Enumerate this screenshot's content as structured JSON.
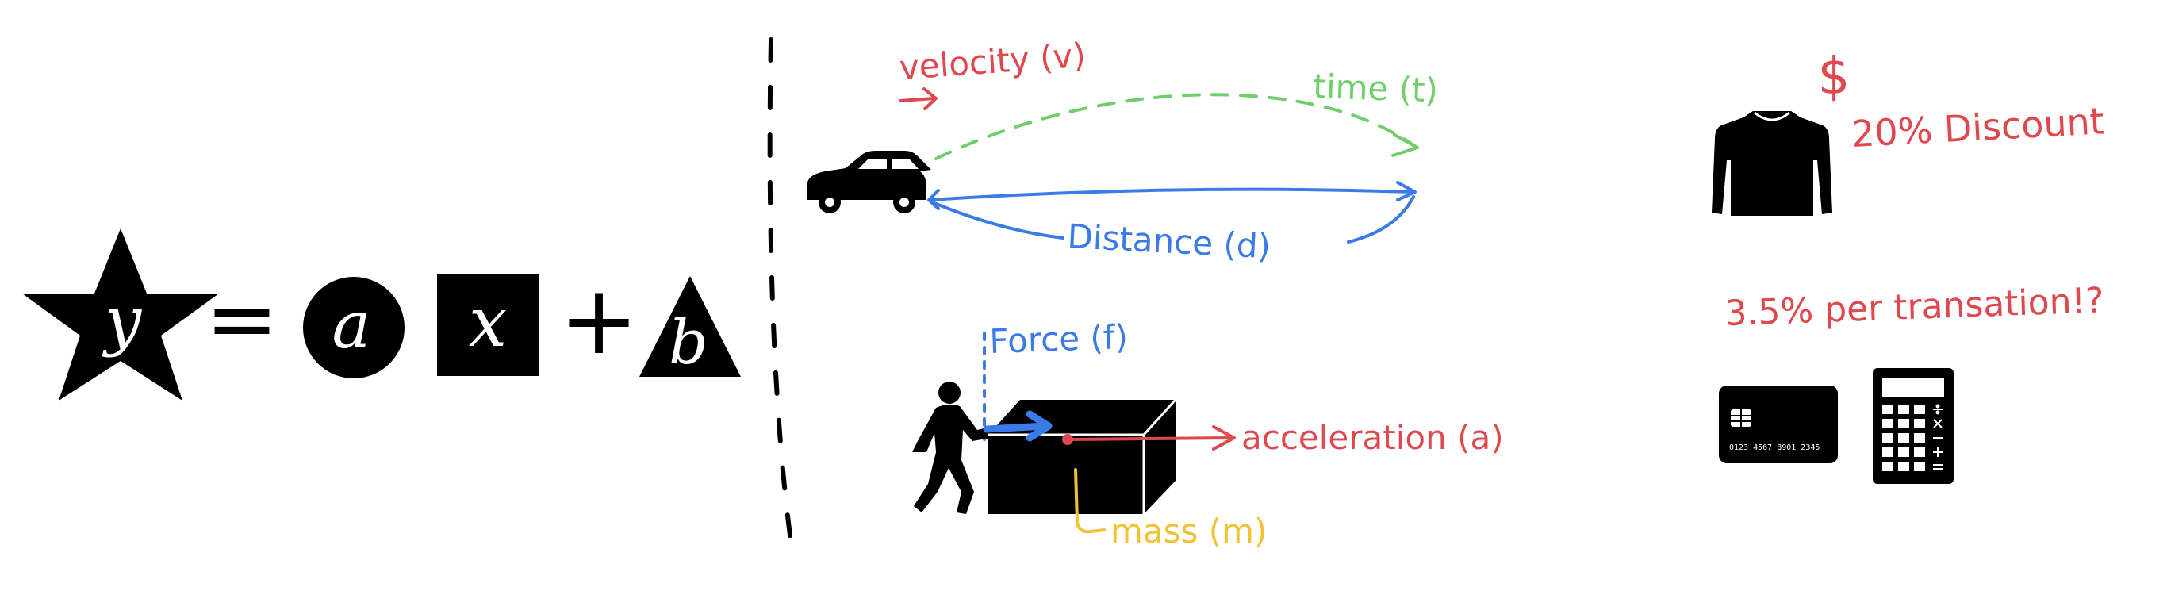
{
  "equation": {
    "lhs": "y",
    "equals": "=",
    "a": "a",
    "x": "x",
    "plus": "+",
    "b": "b"
  },
  "motion": {
    "velocity_label": "velocity (v)",
    "time_label": "time (t)",
    "distance_label": "Distance (d)"
  },
  "force": {
    "force_label": "Force (f)",
    "acceleration_label": "acceleration (a)",
    "mass_label": "mass (m)"
  },
  "pricing": {
    "currency_symbol": "$",
    "discount_label": "20% Discount",
    "fee_label": "3.5% per transation!?",
    "card_number": "0123 4567 8901 2345"
  },
  "colors": {
    "red": "#e0484f",
    "green": "#6fcf6a",
    "blue": "#3b7be8",
    "yellow": "#f2c236",
    "ink": "#000000"
  },
  "icons": [
    "star-shape",
    "circle-shape",
    "square-shape",
    "triangle-shape",
    "car-icon",
    "walking-person-icon",
    "box-shape",
    "sweater-icon",
    "credit-card-icon",
    "calculator-icon"
  ]
}
